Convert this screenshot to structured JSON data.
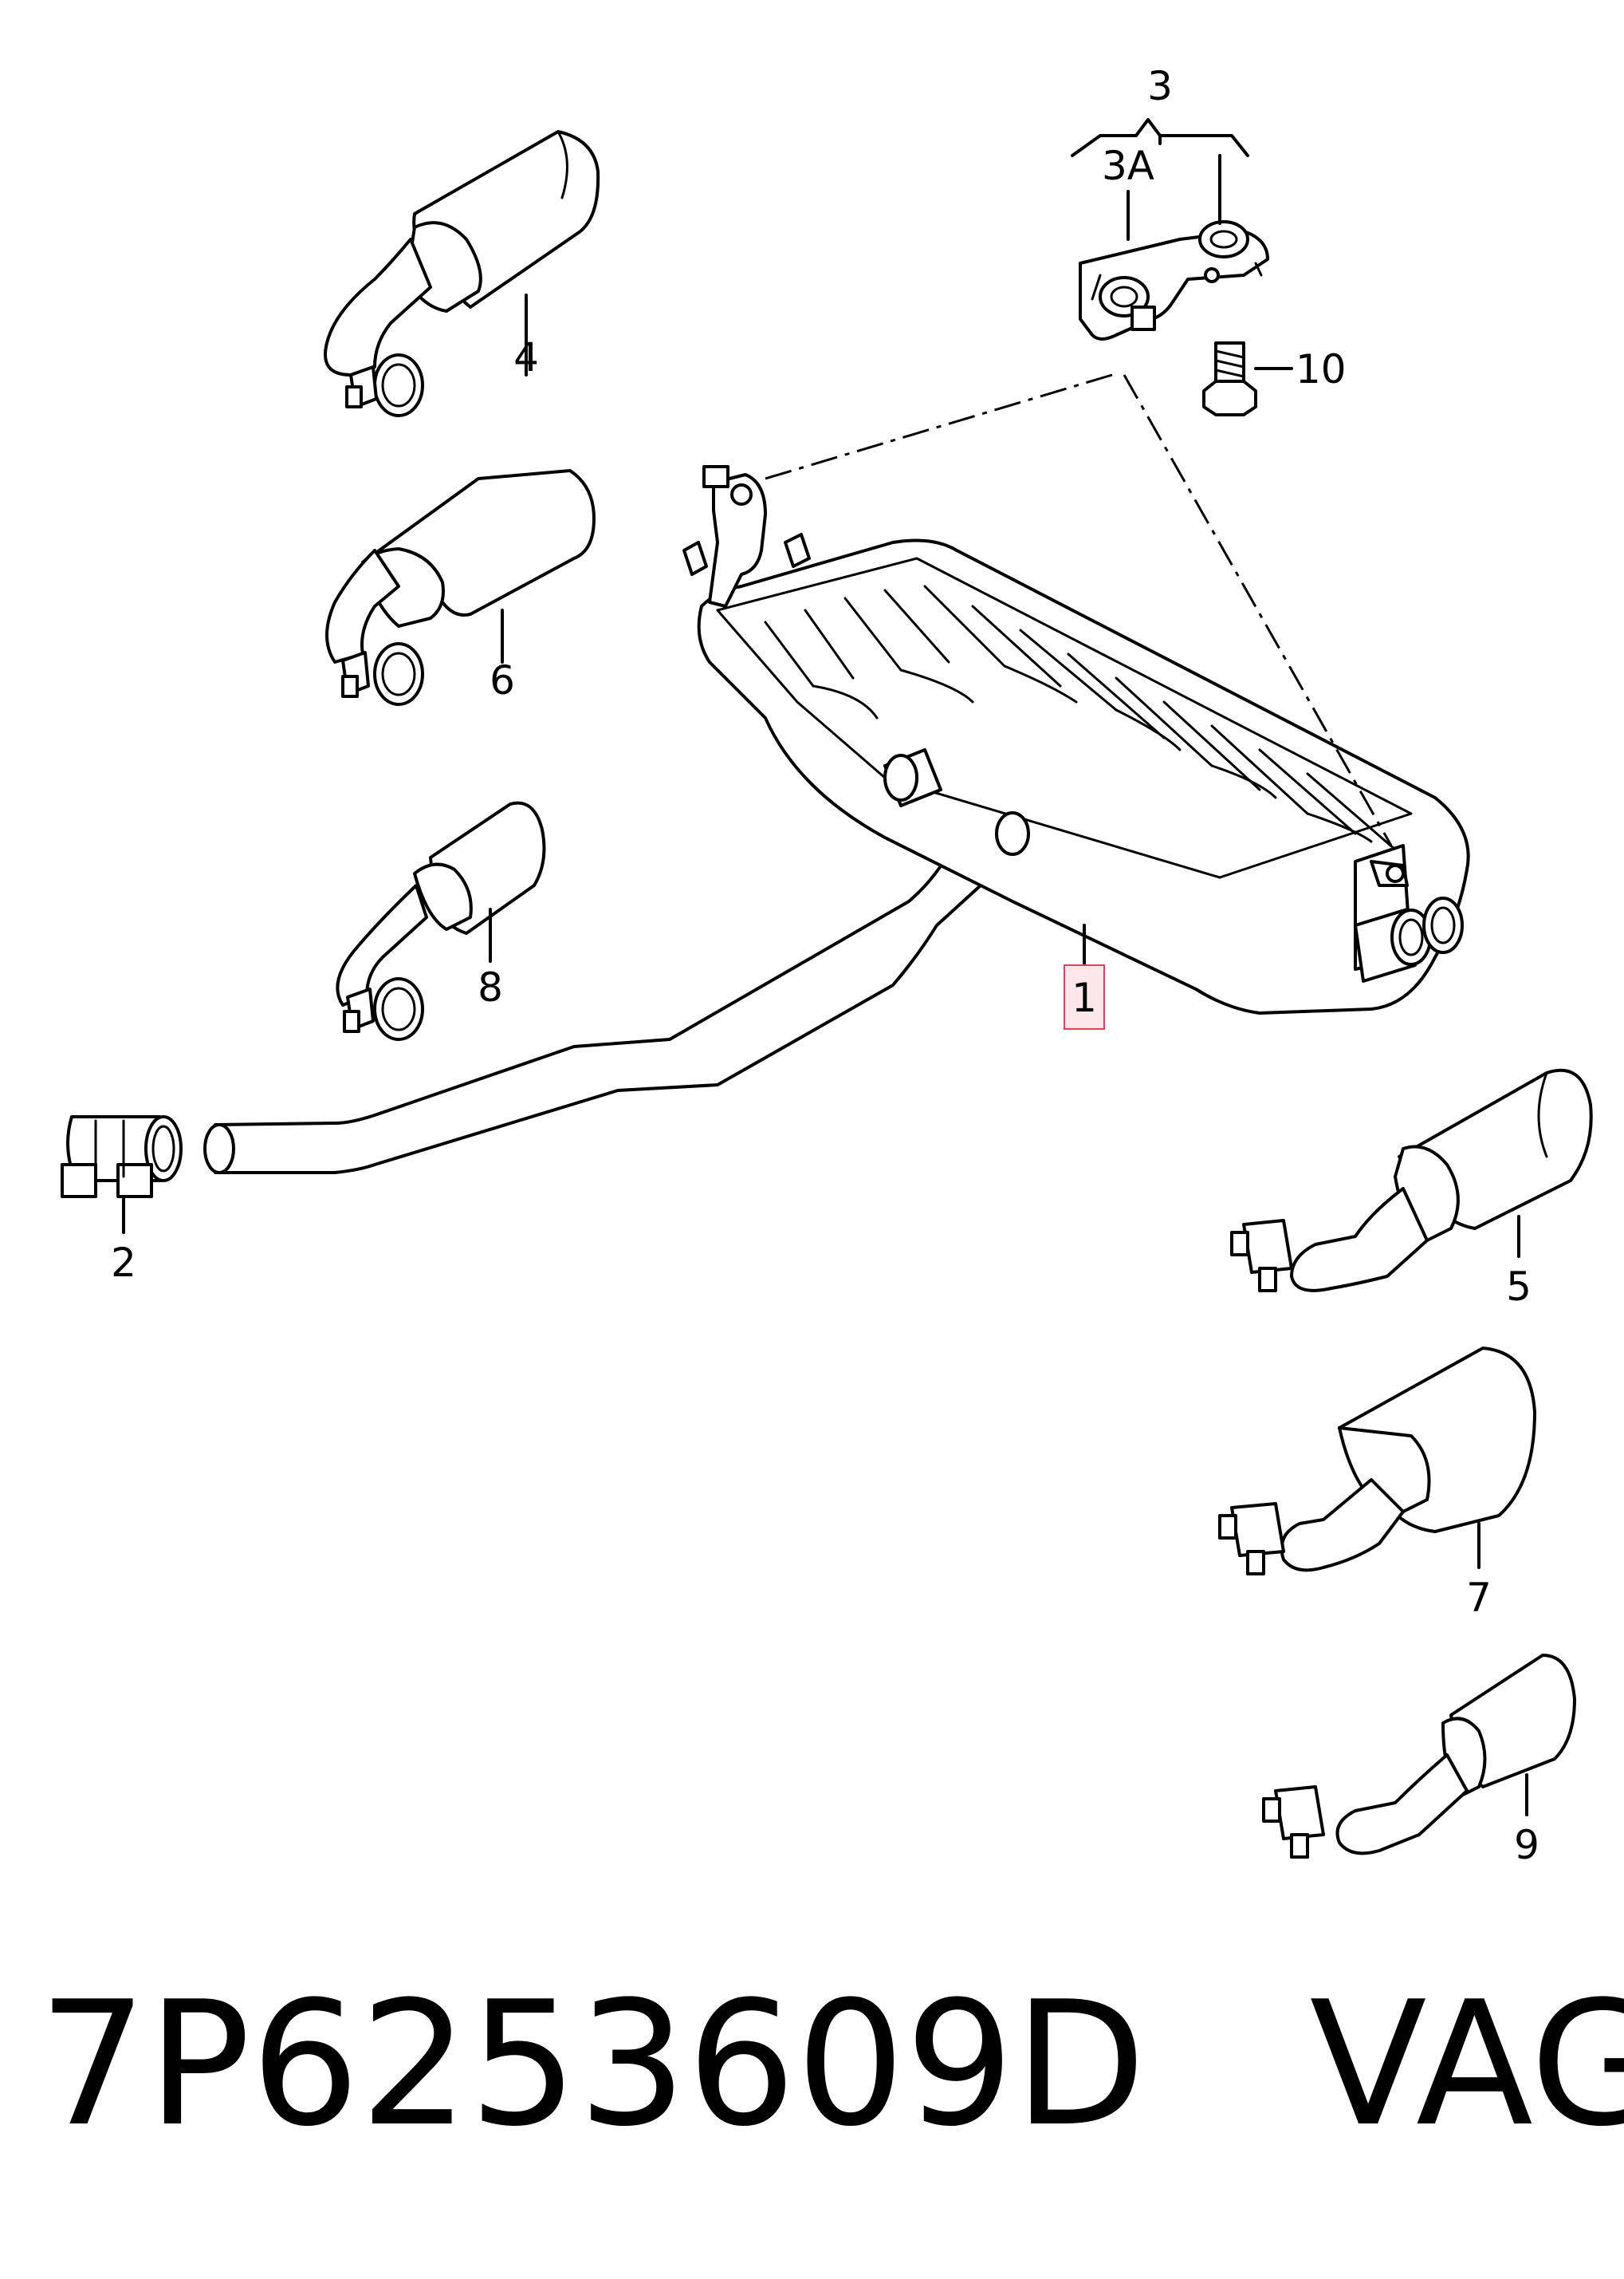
{
  "callouts": {
    "c1": "1",
    "c2": "2",
    "c3": "3",
    "c3a": "3A",
    "c4": "4",
    "c5": "5",
    "c6": "6",
    "c7": "7",
    "c8": "8",
    "c9": "9",
    "c10": "10"
  },
  "footer": {
    "part_number": "7P6253609D",
    "brand": "VAG"
  },
  "colors": {
    "line": "#000000",
    "highlight_fill": "#fde7ea",
    "highlight_border": "#e0405a"
  }
}
